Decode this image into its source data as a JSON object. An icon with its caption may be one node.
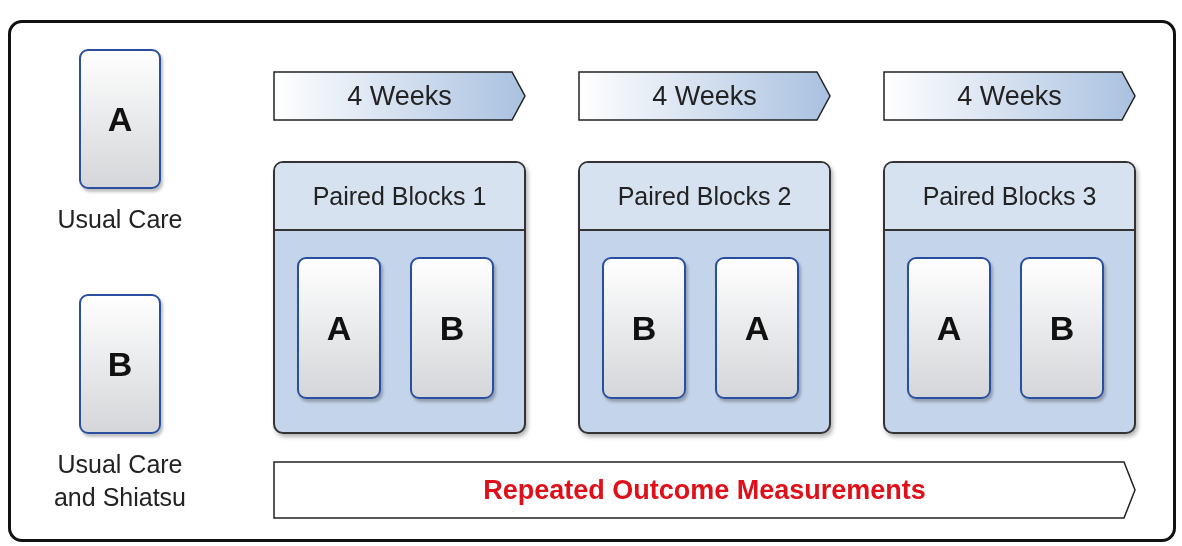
{
  "diagram": {
    "nodes": [
      {
        "text": [
          "A"
        ],
        "beside": [
          "Usual Care"
        ]
      },
      {
        "text": [
          "4 Weeks"
        ]
      },
      {
        "text": [
          "4 Weeks"
        ]
      },
      {
        "text": [
          "4 Weeks"
        ]
      },
      {
        "text": [
          "Paired Blocks 1"
        ]
      },
      {
        "text": [
          "A"
        ],
        "in": 4
      },
      {
        "text": [
          "B"
        ],
        "in": 4
      },
      {
        "text": [
          "Paired Blocks 2"
        ]
      },
      {
        "text": [
          "B"
        ],
        "in": 7
      },
      {
        "text": [
          "A"
        ],
        "in": 7
      },
      {
        "text": [
          "Paired Blocks 3"
        ]
      },
      {
        "text": [
          "A"
        ],
        "in": 10
      },
      {
        "text": [
          "B"
        ],
        "in": 10
      },
      {
        "text": [
          "B"
        ],
        "beside": [
          "Usual Care and Shiatsu"
        ]
      },
      {
        "text": [
          "Repeated Outcome Measurements"
        ]
      }
    ],
    "edges": []
  }
}
